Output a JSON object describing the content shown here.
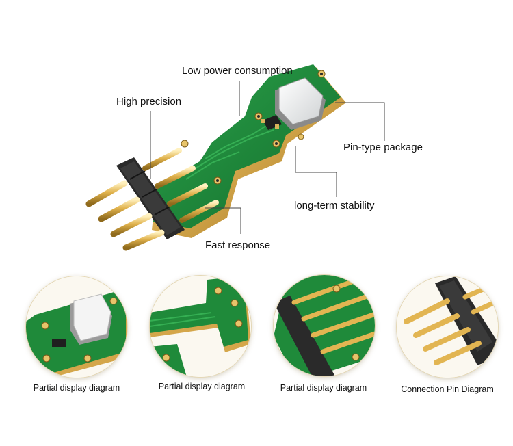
{
  "features": {
    "low_power": "Low power consumption",
    "high_precision": "High precision",
    "pin_type": "Pin-type package",
    "long_term": "long-term stability",
    "fast_response": "Fast response"
  },
  "details": [
    {
      "caption": "Partial display diagram",
      "icon": "sensor-chip-closeup"
    },
    {
      "caption": "Partial display diagram",
      "icon": "pcb-bridge-closeup"
    },
    {
      "caption": "Partial display diagram",
      "icon": "pin-header-closeup"
    },
    {
      "caption": "Connection Pin Diagram",
      "icon": "connection-pins-closeup"
    }
  ],
  "colors": {
    "pcb_green": "#1f8a3a",
    "pcb_dark": "#0f5e25",
    "gold": "#d4a64a",
    "gold_light": "#f2d68a",
    "header_black": "#222222",
    "leader_line": "#444444"
  }
}
